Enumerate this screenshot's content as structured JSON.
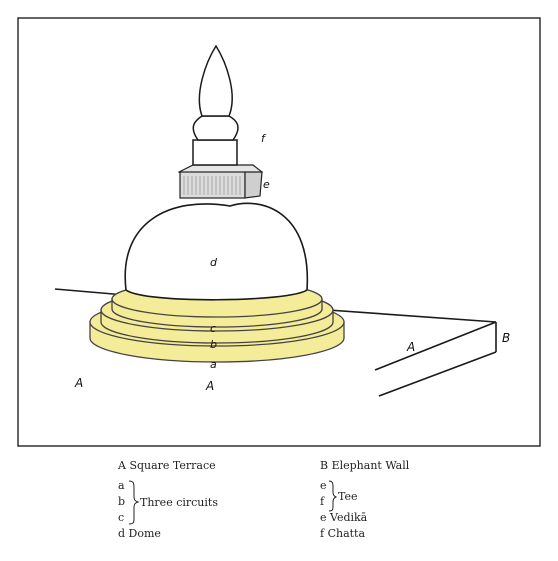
{
  "labels": {
    "A_left": "A",
    "A_front": "A",
    "A_right": "A",
    "B": "B",
    "a": "a",
    "b": "b",
    "c": "c",
    "d": "d",
    "e": "e",
    "f": "f"
  },
  "legend": {
    "square_terrace": "A Square Terrace",
    "elephant_wall": "B Elephant Wall",
    "a": "a",
    "b": "b",
    "c": "c",
    "three_circuits": "Three circuits",
    "dome": "d   Dome",
    "e": "e",
    "f": "f",
    "tee": "Tee",
    "vedika": "e  Vedikā",
    "chatta": "f  Chatta"
  },
  "colors": {
    "circuit_fill": "#f4ec98",
    "circuit_stroke": "#444444",
    "line": "#1a1a1a"
  }
}
